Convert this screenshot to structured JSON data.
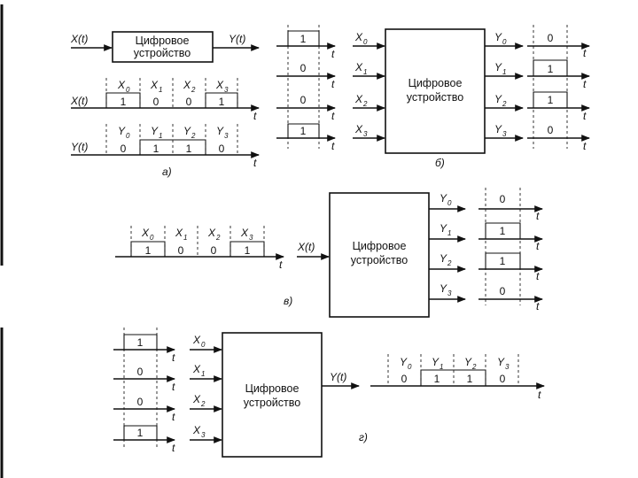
{
  "device": {
    "line1": "Цифровое",
    "line2": "устройство"
  },
  "signals": {
    "xt": "X(t)",
    "yt": "Y(t)",
    "t": "t"
  },
  "bits": [
    "1",
    "0",
    "0",
    "1"
  ],
  "x_labels": [
    "X",
    "X",
    "X",
    "X"
  ],
  "y_labels": [
    "Y",
    "Y",
    "Y",
    "Y"
  ],
  "subs": [
    "0",
    "1",
    "2",
    "3"
  ],
  "captions": {
    "a": "а)",
    "b": "б)",
    "v": "в)",
    "g": "г)"
  }
}
